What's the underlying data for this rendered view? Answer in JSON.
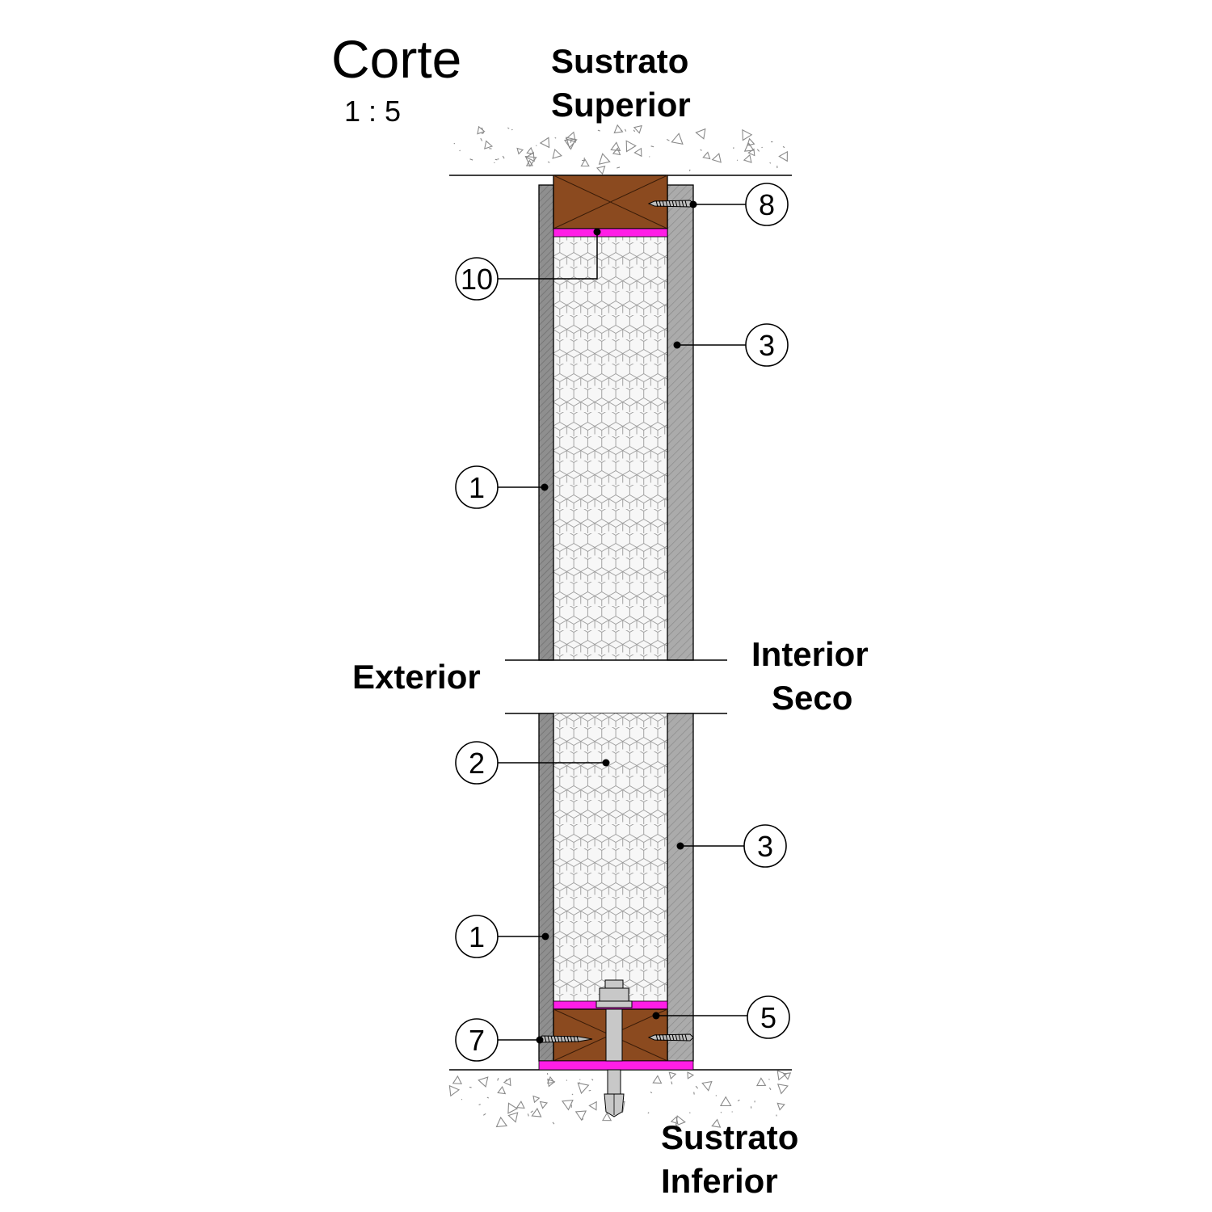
{
  "title": "Corte",
  "scale": "1 : 5",
  "zones": {
    "top_substrate": [
      "Sustrato",
      "Superior"
    ],
    "bottom_substrate": [
      "Sustrato",
      "Inferior"
    ],
    "exterior": "Exterior",
    "interior": [
      "Interior",
      "Seco"
    ]
  },
  "callouts": {
    "c8": "8",
    "c10": "10",
    "c3_upper": "3",
    "c1_upper": "1",
    "c2": "2",
    "c3_lower": "3",
    "c1_lower": "1",
    "c5": "5",
    "c7": "7"
  },
  "colors": {
    "timber": "#8b4a1f",
    "membrane": "#ff1ee6",
    "board_exterior": "#8f8f8f",
    "board_interior": "#a9a9a9",
    "insulation_bg": "#f7f7f7",
    "insulation_line": "#9a9a9a",
    "bolt": "#c8c8c8"
  }
}
